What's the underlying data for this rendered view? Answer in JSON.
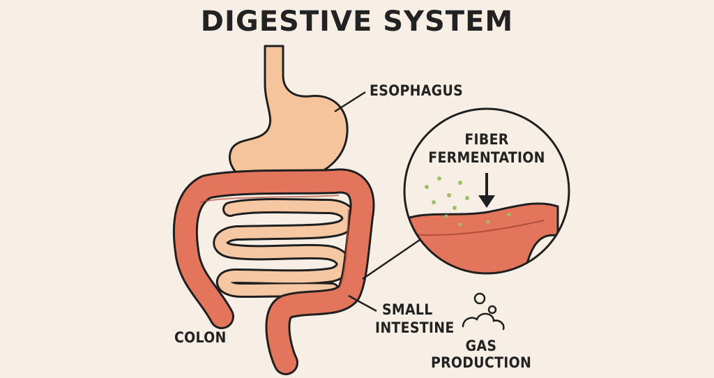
{
  "title": "DIGESTIVE SYSTEM",
  "labels": {
    "esophagus": "ESOPHAGUS",
    "colon": "COLON",
    "small_intestine_line1": "SMALL",
    "small_intestine_line2": "INTESTINE",
    "inset_line1": "FIBER",
    "inset_line2": "FERMENTATION",
    "gas_line1": "GAS",
    "gas_line2": "PRODUCTION"
  },
  "colors": {
    "background": "#f7efe5",
    "stomach": "#f5c49c",
    "small_intestine": "#f6c7a3",
    "colon": "#e2755c",
    "outline": "#1f1f1f",
    "particles": "#9fbf6a"
  },
  "icons": [
    "downward-arrow-icon",
    "gas-cloud-icon",
    "bubble-icon"
  ]
}
